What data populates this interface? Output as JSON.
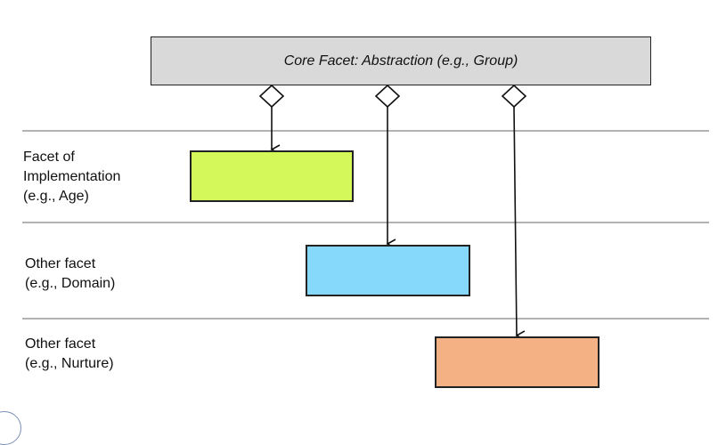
{
  "diagram": {
    "core_facet": {
      "label": "Core Facet: Abstraction (e.g., Group)",
      "fill": "#d9d9d9"
    },
    "lanes": [
      {
        "label_lines": [
          "Facet of",
          "Implementation",
          "(e.g., Age)"
        ],
        "box_fill": "#d4f75a"
      },
      {
        "label_lines": [
          "Other facet",
          "(e.g., Domain)"
        ],
        "box_fill": "#86d9fb"
      },
      {
        "label_lines": [
          "Other facet",
          "(e.g., Nurture)"
        ],
        "box_fill": "#f4b184"
      }
    ],
    "connector_style": "diamond-tail arrows from core facet to each facet box",
    "divider_color": "#9a9a9a",
    "logo_icon": "university-seal-icon"
  }
}
